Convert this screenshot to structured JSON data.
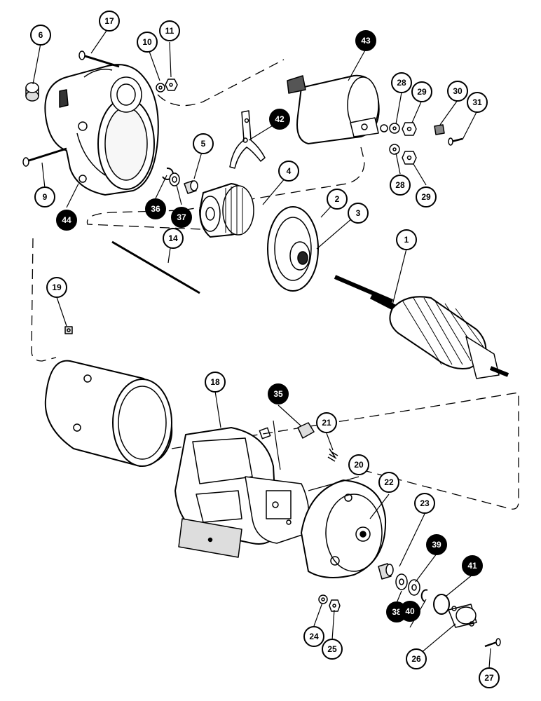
{
  "callouts": [
    {
      "id": "c1",
      "label": "1",
      "filled": false
    },
    {
      "id": "c2",
      "label": "2",
      "filled": false
    },
    {
      "id": "c3",
      "label": "3",
      "filled": false
    },
    {
      "id": "c4",
      "label": "4",
      "filled": false
    },
    {
      "id": "c5",
      "label": "5",
      "filled": false
    },
    {
      "id": "c6",
      "label": "6",
      "filled": false
    },
    {
      "id": "c9",
      "label": "9",
      "filled": false
    },
    {
      "id": "c10",
      "label": "10",
      "filled": false
    },
    {
      "id": "c11",
      "label": "11",
      "filled": false
    },
    {
      "id": "c14",
      "label": "14",
      "filled": false
    },
    {
      "id": "c17",
      "label": "17",
      "filled": false
    },
    {
      "id": "c18",
      "label": "18",
      "filled": false
    },
    {
      "id": "c19",
      "label": "19",
      "filled": false
    },
    {
      "id": "c20",
      "label": "20",
      "filled": false
    },
    {
      "id": "c21",
      "label": "21",
      "filled": false
    },
    {
      "id": "c22",
      "label": "22",
      "filled": false
    },
    {
      "id": "c23",
      "label": "23",
      "filled": false
    },
    {
      "id": "c24",
      "label": "24",
      "filled": false
    },
    {
      "id": "c25",
      "label": "25",
      "filled": false
    },
    {
      "id": "c26",
      "label": "26",
      "filled": false
    },
    {
      "id": "c27",
      "label": "27",
      "filled": false
    },
    {
      "id": "c28a",
      "label": "28",
      "filled": false
    },
    {
      "id": "c28b",
      "label": "28",
      "filled": false
    },
    {
      "id": "c29a",
      "label": "29",
      "filled": false
    },
    {
      "id": "c29b",
      "label": "29",
      "filled": false
    },
    {
      "id": "c30",
      "label": "30",
      "filled": false
    },
    {
      "id": "c31",
      "label": "31",
      "filled": false
    },
    {
      "id": "c35",
      "label": "35",
      "filled": true
    },
    {
      "id": "c36",
      "label": "36",
      "filled": true
    },
    {
      "id": "c37",
      "label": "37",
      "filled": true
    },
    {
      "id": "c38",
      "label": "38",
      "filled": true
    },
    {
      "id": "c39",
      "label": "39",
      "filled": true
    },
    {
      "id": "c40",
      "label": "40",
      "filled": true
    },
    {
      "id": "c41",
      "label": "41",
      "filled": true
    },
    {
      "id": "c42",
      "label": "42",
      "filled": true
    },
    {
      "id": "c43",
      "label": "43",
      "filled": true
    },
    {
      "id": "c44",
      "label": "44",
      "filled": true
    }
  ]
}
